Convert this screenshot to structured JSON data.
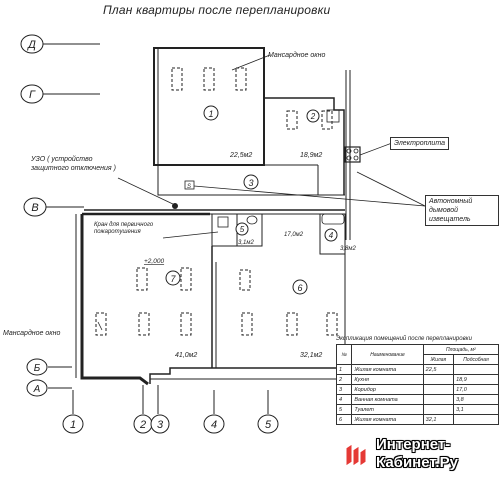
{
  "title": "План квартиры после перепланировки",
  "axes": {
    "letters": [
      "Д",
      "Г",
      "В",
      "Б",
      "А"
    ],
    "numbers": [
      "1",
      "2",
      "3",
      "4",
      "5"
    ]
  },
  "rooms": [
    {
      "number": "1",
      "area": "22,5м2"
    },
    {
      "number": "2",
      "area": "18,9м2"
    },
    {
      "number": "3",
      "area": ""
    },
    {
      "number": "4",
      "area": "3,8м2"
    },
    {
      "number": "5",
      "area": "3,1м2"
    },
    {
      "number": "6",
      "area": "32,1м2"
    },
    {
      "number": "7",
      "area": "41,0м2"
    }
  ],
  "extra_areas": {
    "corridor": "17,0м2"
  },
  "level_mark": "+2,000",
  "callouts": {
    "mansard_top": "Мансардное окно",
    "mansard_left": "Мансардное окно",
    "stove": "Электроплита",
    "detector": "Автономный дымовой извещатель",
    "uzo": "УЗО ( устройство защитного отключения )",
    "pipes": "Кран для первичного пожаротушения"
  },
  "legend": {
    "title": "Экспликация помещений после перепланировки",
    "col_headers": [
      "№",
      "Наименование",
      "Площадь, м²"
    ],
    "sub_headers": [
      "Жилая",
      "Подсобная"
    ],
    "rows": [
      {
        "num": "1",
        "name": "Жилая комната",
        "living": "22,5",
        "aux": ""
      },
      {
        "num": "2",
        "name": "Кухня",
        "living": "",
        "aux": "18,9"
      },
      {
        "num": "3",
        "name": "Коридор",
        "living": "",
        "aux": "17,0"
      },
      {
        "num": "4",
        "name": "Ванная комната",
        "living": "",
        "aux": "3,8"
      },
      {
        "num": "5",
        "name": "Туалет",
        "living": "",
        "aux": "3,1"
      },
      {
        "num": "6",
        "name": "Жилая комната",
        "living": "32,1",
        "aux": ""
      }
    ]
  },
  "watermark": {
    "line1": "Интернет-",
    "line2": "Кабинет.Ру",
    "logo_color": "#e53935"
  }
}
